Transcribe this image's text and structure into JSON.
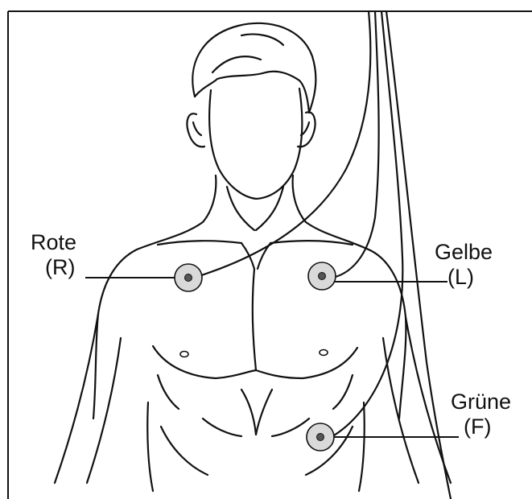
{
  "diagram": {
    "colors": {
      "line": "#111111",
      "electrode_fill": "#d9d9d9",
      "electrode_center": "#555555",
      "background": "#ffffff"
    },
    "electrodes": [
      {
        "id": "R",
        "name": "Rote",
        "code": "(R)"
      },
      {
        "id": "L",
        "name": "Gelbe",
        "code": "(L)"
      },
      {
        "id": "F",
        "name": "Grüne",
        "code": "(F)"
      }
    ]
  }
}
